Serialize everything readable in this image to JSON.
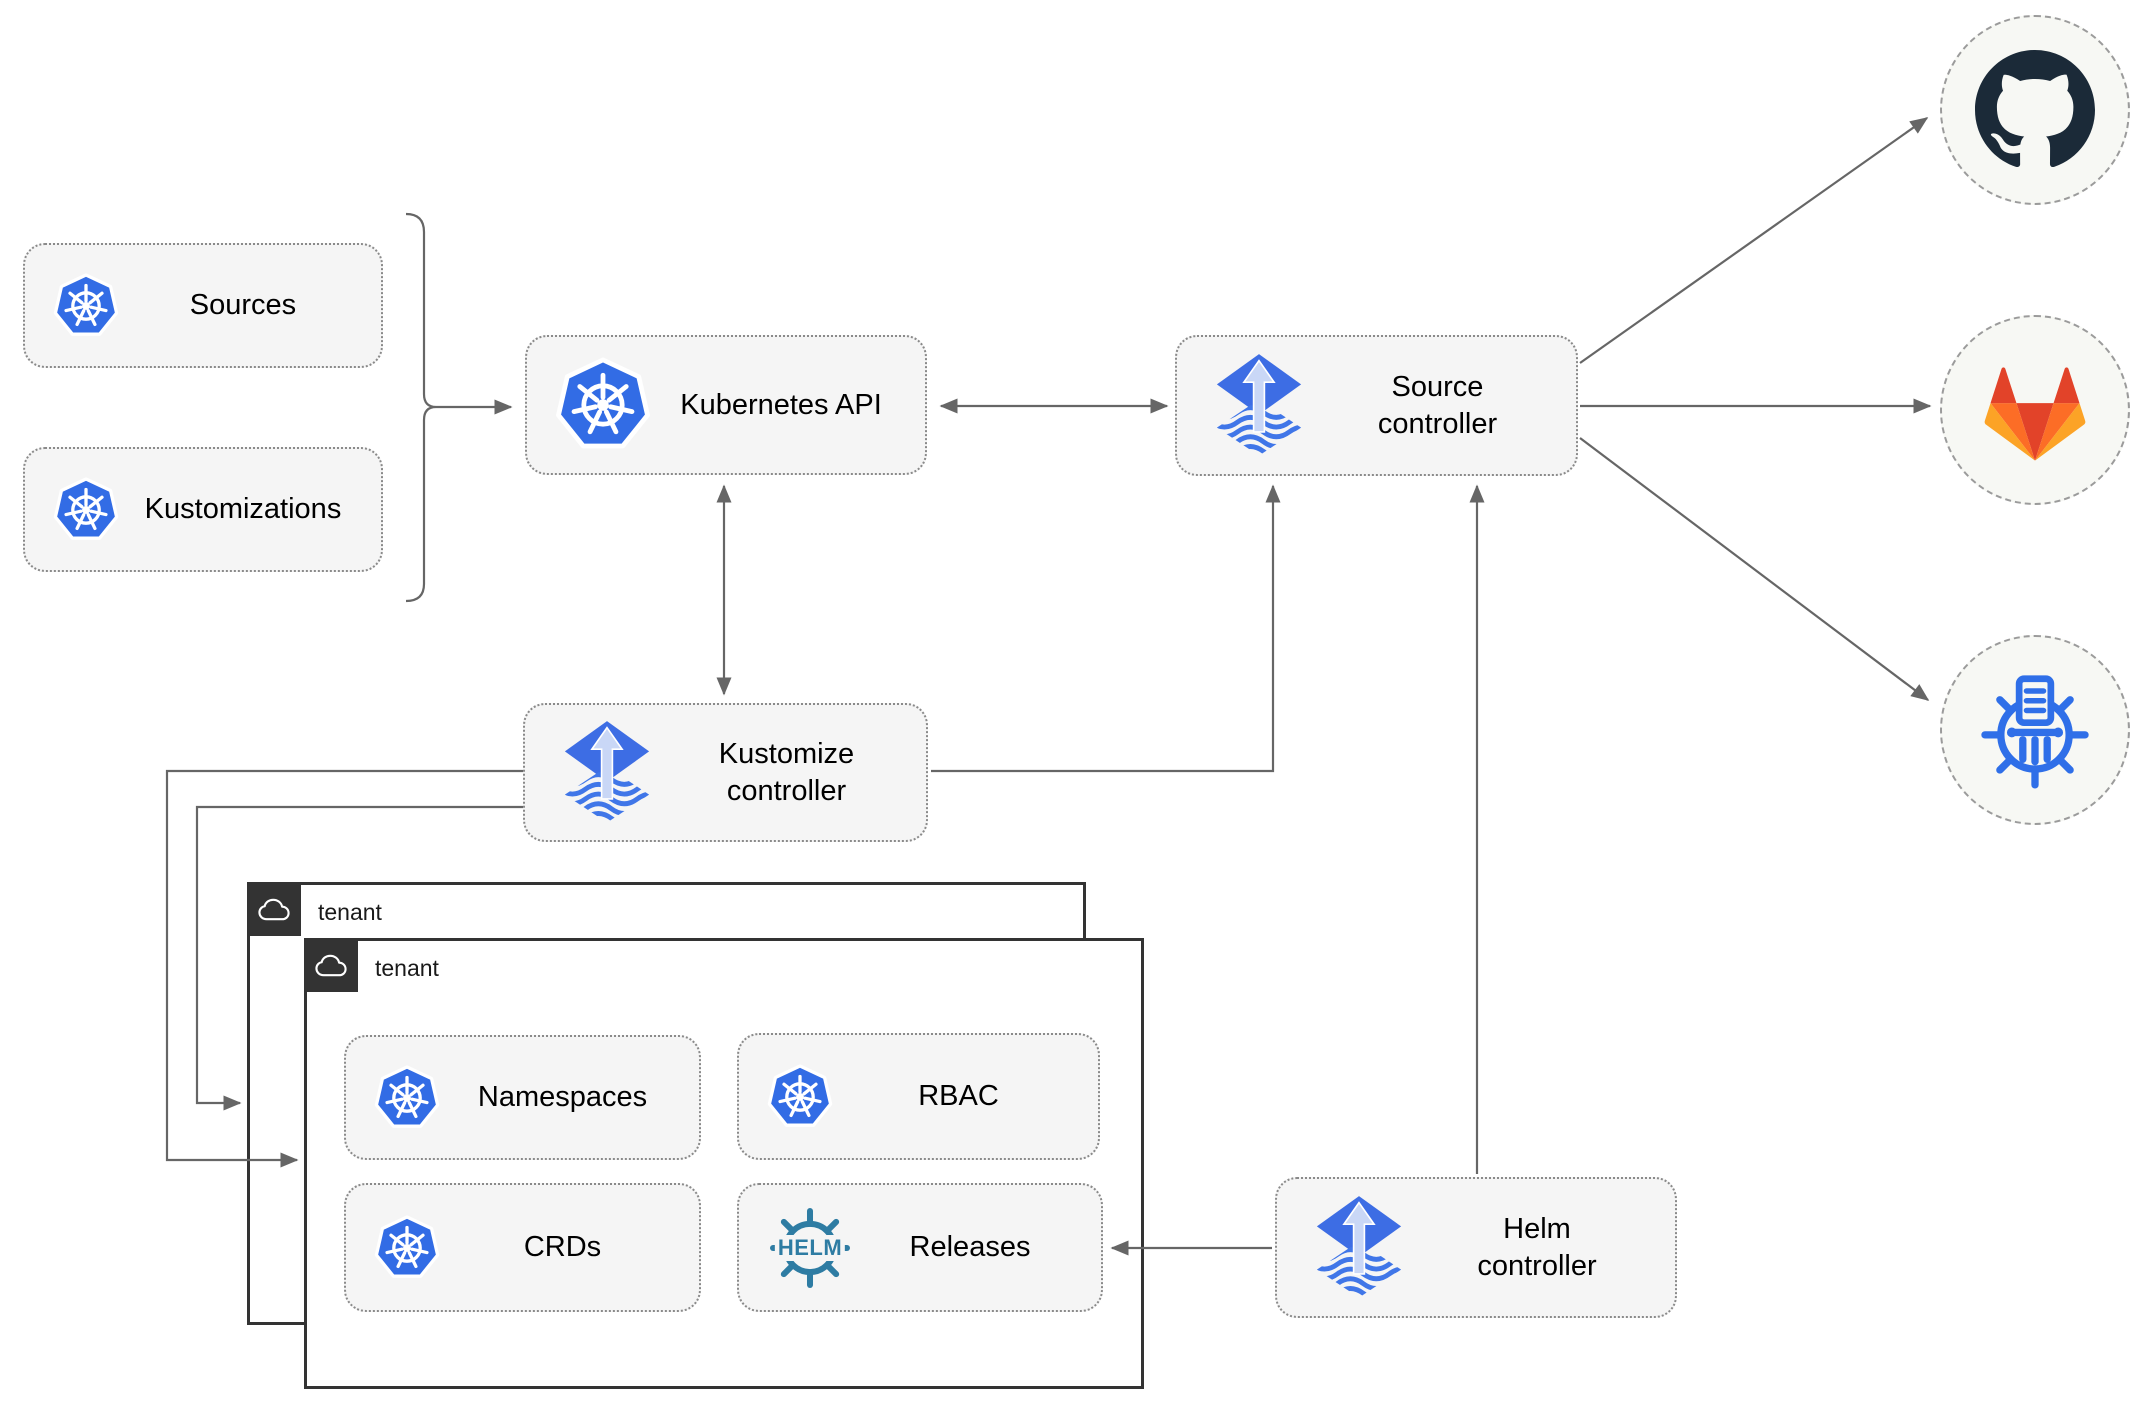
{
  "diagram": {
    "nodes": {
      "sources": {
        "label": "Sources",
        "icon": "kubernetes-icon"
      },
      "kustomizations": {
        "label": "Kustomizations",
        "icon": "kubernetes-icon"
      },
      "kubernetes_api": {
        "label": "Kubernetes API",
        "icon": "kubernetes-icon"
      },
      "source_controller": {
        "label": "Source\ncontroller",
        "icon": "flux-icon"
      },
      "kustomize_controller": {
        "label": "Kustomize\ncontroller",
        "icon": "flux-icon"
      },
      "helm_controller": {
        "label": "Helm\ncontroller",
        "icon": "flux-icon"
      },
      "namespaces": {
        "label": "Namespaces",
        "icon": "kubernetes-icon"
      },
      "rbac": {
        "label": "RBAC",
        "icon": "kubernetes-icon"
      },
      "crds": {
        "label": "CRDs",
        "icon": "kubernetes-icon"
      },
      "releases": {
        "label": "Releases",
        "icon": "helm-icon"
      }
    },
    "tenants": {
      "outer": {
        "label": "tenant",
        "icon": "cloud-icon"
      },
      "inner": {
        "label": "tenant",
        "icon": "cloud-icon"
      }
    },
    "externals": [
      {
        "name": "github",
        "icon": "github-icon"
      },
      {
        "name": "gitlab",
        "icon": "gitlab-icon"
      },
      {
        "name": "chartmuseum",
        "icon": "chartmuseum-icon"
      }
    ],
    "helm_logo_text": "HELM",
    "edges": [
      {
        "from": "sources/kustomizations",
        "to": "kubernetes-api",
        "arrows": "end"
      },
      {
        "from": "kubernetes-api",
        "to": "source-controller",
        "arrows": "both"
      },
      {
        "from": "kubernetes-api",
        "to": "kustomize-controller",
        "arrows": "both"
      },
      {
        "from": "kustomize-controller",
        "to": "source-controller",
        "arrows": "end"
      },
      {
        "from": "kustomize-controller",
        "to": "tenant-inner",
        "arrows": "end"
      },
      {
        "from": "kustomize-controller",
        "to": "tenant-outer",
        "arrows": "end"
      },
      {
        "from": "helm-controller",
        "to": "source-controller",
        "arrows": "end"
      },
      {
        "from": "helm-controller",
        "to": "releases",
        "arrows": "end"
      },
      {
        "from": "source-controller",
        "to": "github",
        "arrows": "end"
      },
      {
        "from": "source-controller",
        "to": "gitlab",
        "arrows": "end"
      },
      {
        "from": "source-controller",
        "to": "chartmuseum",
        "arrows": "end"
      }
    ],
    "colors": {
      "kubernetes_blue": "#326CE5",
      "flux_diamond_blue": "#3D6DE4",
      "flux_arrow_light": "#C9D7F6",
      "flux_wave_blue": "#4076E8",
      "helm_teal": "#2E7CA3",
      "github_dark": "#1B2A38",
      "gitlab_red": "#e24329",
      "gitlab_orange": "#fc6d26",
      "gitlab_amber": "#fca326",
      "chartmuseum_blue": "#2F6FE8",
      "connector_gray": "#666666",
      "node_fill": "#f5f5f5",
      "node_border": "#8a8a8a",
      "tenant_border": "#333333",
      "circle_fill": "#f7f8f4"
    }
  }
}
